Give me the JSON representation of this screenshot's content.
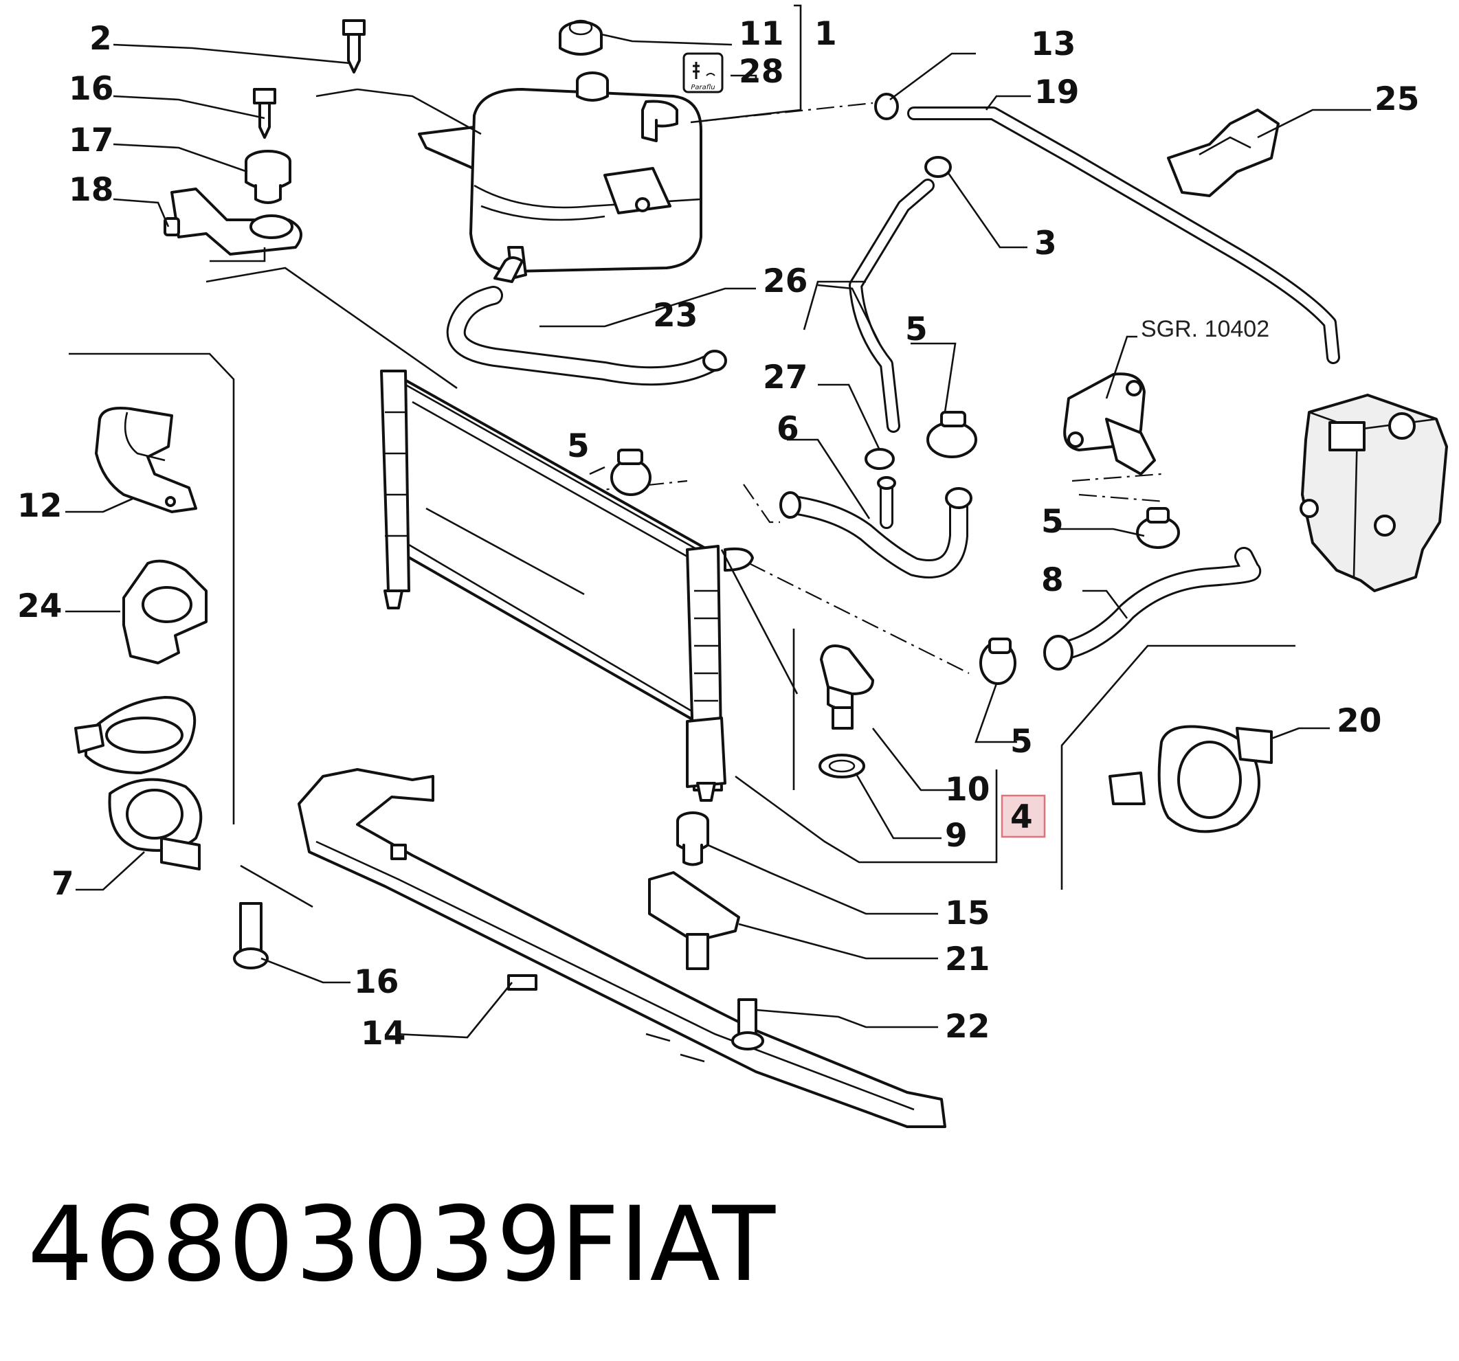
{
  "footer": {
    "part_number": "46803039",
    "brand": "FIAT"
  },
  "reference": "SGR. 10402",
  "icon_caption": "Paraflu",
  "highlight_color": "#e0737a",
  "callouts": {
    "c1": "1",
    "c2": "2",
    "c3": "3",
    "c4": "4",
    "c5a": "5",
    "c5b": "5",
    "c5c": "5",
    "c5d": "5",
    "c6": "6",
    "c7": "7",
    "c8": "8",
    "c9": "9",
    "c10": "10",
    "c11": "11",
    "c12": "12",
    "c13": "13",
    "c14": "14",
    "c15": "15",
    "c16a": "16",
    "c16b": "16",
    "c17": "17",
    "c18": "18",
    "c19": "19",
    "c20": "20",
    "c21": "21",
    "c22": "22",
    "c23": "23",
    "c24": "24",
    "c25": "25",
    "c26": "26",
    "c27": "27",
    "c28": "28"
  }
}
